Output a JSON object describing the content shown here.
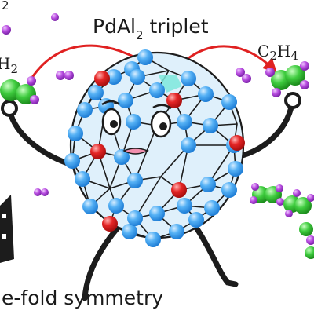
{
  "title": {
    "main": "PdAl",
    "sub": "2",
    "suffix": " triplet"
  },
  "left_molecule": {
    "prefix": "",
    "main": "H",
    "sub": "2",
    "partial_before": "₂"
  },
  "right_molecule": {
    "main": "C",
    "sub1": "2",
    "mid": "H",
    "sub2": "4"
  },
  "top_left_fragment": {
    "main": "",
    "sub": "2"
  },
  "bottom_caption": "e-fold symmetry",
  "colors": {
    "al_atom": "#4aa6f0",
    "pd_atom": "#e02121",
    "hydrogen": "#b14ad6",
    "carbon": "#3cc23c",
    "bond_line": "#1c1c1c",
    "cage_fill": "#d9ecf9",
    "arrow": "#e02121",
    "highlight": "#7ee8dc"
  },
  "icons": {
    "cluster": "cluster-cage-icon",
    "eyes": "cartoon-eyes-icon",
    "arms": "cartoon-arms-icon"
  }
}
